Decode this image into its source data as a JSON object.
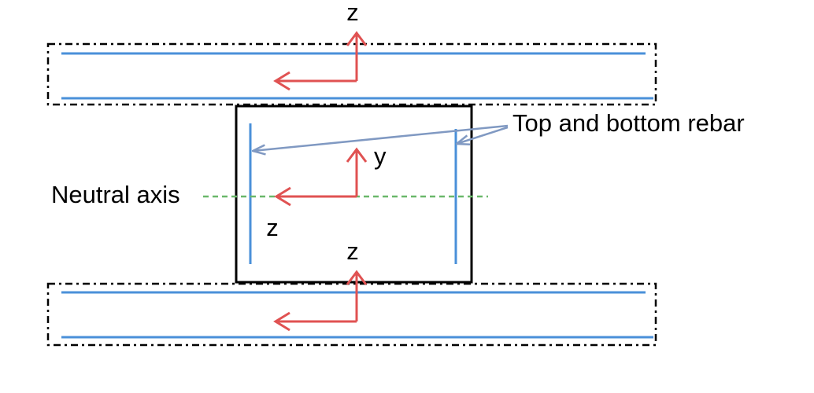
{
  "labels": {
    "top_axis_z": "z",
    "center_axis_y": "y",
    "center_axis_z": "z",
    "bottom_axis_z": "z",
    "rebar_annotation": "Top and bottom rebar",
    "neutral_axis": "Neutral axis"
  },
  "colors": {
    "rebar": "#4a90d9",
    "axis_arrow": "#e05252",
    "leader_line": "#8099c2",
    "neutral_axis": "#6ab86a",
    "outline": "#000000"
  }
}
